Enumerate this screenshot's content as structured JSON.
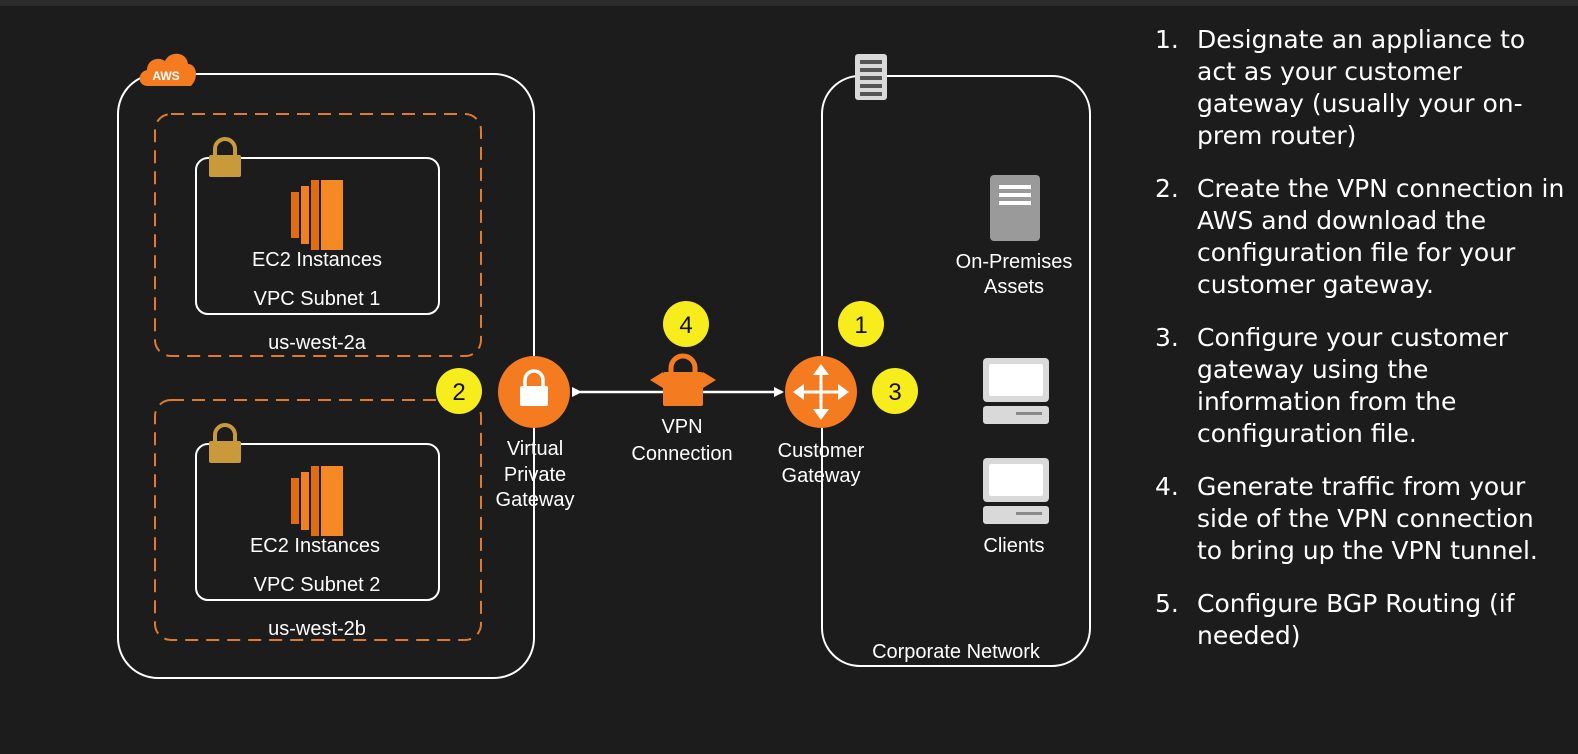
{
  "diagram": {
    "aws_badge": "AWS",
    "subnet1": {
      "instances": "EC2 Instances",
      "subnet": "VPC Subnet 1",
      "az": "us-west-2a"
    },
    "subnet2": {
      "instances": "EC2 Instances",
      "subnet": "VPC Subnet 2",
      "az": "us-west-2b"
    },
    "vpg": {
      "line1": "Virtual",
      "line2": "Private",
      "line3": "Gateway"
    },
    "vpn": {
      "line1": "VPN",
      "line2": "Connection"
    },
    "cgw": {
      "line1": "Customer",
      "line2": "Gateway"
    },
    "onprem": {
      "line1": "On-Premises",
      "line2": "Assets"
    },
    "clients": "Clients",
    "corporate": "Corporate Network",
    "markers": {
      "m1": "1",
      "m2": "2",
      "m3": "3",
      "m4": "4"
    },
    "colors": {
      "orange": "#f47b20",
      "marker_yellow": "#f7ec1c",
      "background": "#1c1c1c",
      "lock_gold": "#c99a3c"
    }
  },
  "steps": [
    {
      "num": "1.",
      "text": "Designate an appliance to act as your customer gateway (usually your on-prem router)"
    },
    {
      "num": "2.",
      "text": "Create the VPN connection in AWS and download the configuration file for your customer gateway."
    },
    {
      "num": "3.",
      "text": "Configure your customer gateway using the information from the configuration file."
    },
    {
      "num": "4.",
      "text": "Generate traffic from your side of the VPN connection to bring up the VPN tunnel."
    },
    {
      "num": "5.",
      "text": "Configure BGP Routing (if needed)"
    }
  ]
}
